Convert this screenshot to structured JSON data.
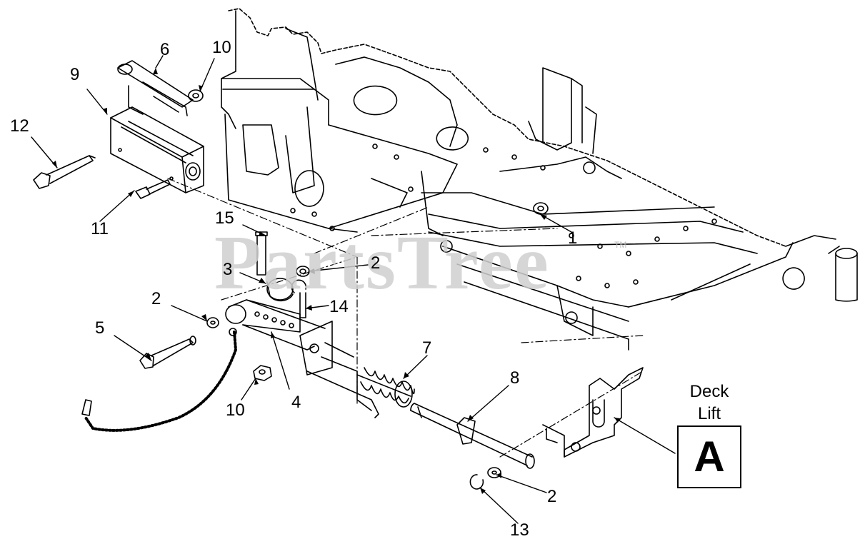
{
  "watermark": {
    "text": "PartsTree",
    "tm": "TM"
  },
  "callouts": [
    {
      "id": "c1",
      "label": "1"
    },
    {
      "id": "c2a",
      "label": "2"
    },
    {
      "id": "c2b",
      "label": "2"
    },
    {
      "id": "c2c",
      "label": "2"
    },
    {
      "id": "c3",
      "label": "3"
    },
    {
      "id": "c4",
      "label": "4"
    },
    {
      "id": "c5",
      "label": "5"
    },
    {
      "id": "c6",
      "label": "6"
    },
    {
      "id": "c7",
      "label": "7"
    },
    {
      "id": "c8",
      "label": "8"
    },
    {
      "id": "c9",
      "label": "9"
    },
    {
      "id": "c10a",
      "label": "10"
    },
    {
      "id": "c10b",
      "label": "10"
    },
    {
      "id": "c11",
      "label": "11"
    },
    {
      "id": "c12",
      "label": "12"
    },
    {
      "id": "c13",
      "label": "13"
    },
    {
      "id": "c14",
      "label": "14"
    },
    {
      "id": "c15",
      "label": "15"
    }
  ],
  "reference": {
    "title": "Deck\nLift",
    "title_line1": "Deck",
    "title_line2": "Lift",
    "letter": "A"
  }
}
